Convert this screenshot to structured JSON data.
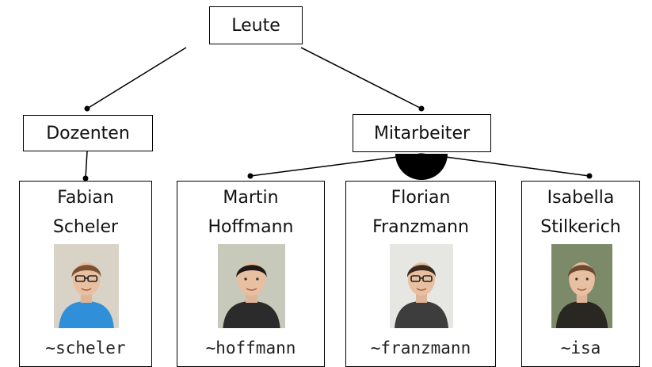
{
  "root": {
    "label": "Leute"
  },
  "groups": [
    {
      "id": "dozenten",
      "label": "Dozenten"
    },
    {
      "id": "mitarbeiter",
      "label": "Mitarbeiter"
    }
  ],
  "people": [
    {
      "first": "Fabian",
      "last": "Scheler",
      "handle": "~scheler",
      "group": "Dozenten",
      "shirt": "#2f8fd9",
      "hair": "#7a5230",
      "bg": "#d9d3c7",
      "glasses": true
    },
    {
      "first": "Martin",
      "last": "Hoffmann",
      "handle": "~hoffmann",
      "group": "Mitarbeiter",
      "shirt": "#2b2b2b",
      "hair": "#201a16",
      "bg": "#c7c9ba",
      "glasses": false
    },
    {
      "first": "Florian",
      "last": "Franzmann",
      "handle": "~franzmann",
      "group": "Mitarbeiter",
      "shirt": "#3d3d3d",
      "hair": "#3a2a1c",
      "bg": "#e6e6e2",
      "glasses": true
    },
    {
      "first": "Isabella",
      "last": "Stilkerich",
      "handle": "~isa",
      "group": "Mitarbeiter",
      "shirt": "#2a2622",
      "hair": "#6b4a2e",
      "bg": "#7c8a6a",
      "glasses": false
    }
  ],
  "colors": {
    "line": "#000000",
    "box_border": "#000000",
    "text": "#111111"
  }
}
